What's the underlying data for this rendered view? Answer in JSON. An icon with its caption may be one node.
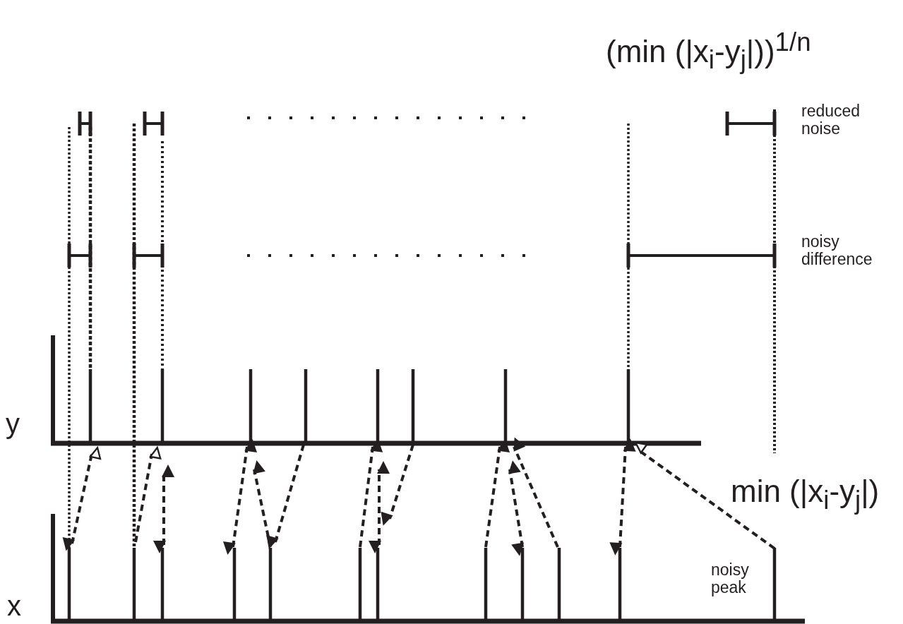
{
  "diagram": {
    "labels": [
      "(min (|x$_{i}$-y$_{j}$|))$^{1/n}$",
      "reduced noise",
      "noisy difference",
      "y",
      "min (|x$_{i}$-y$_{j}$|)",
      "noisy peak",
      "x"
    ]
  }
}
